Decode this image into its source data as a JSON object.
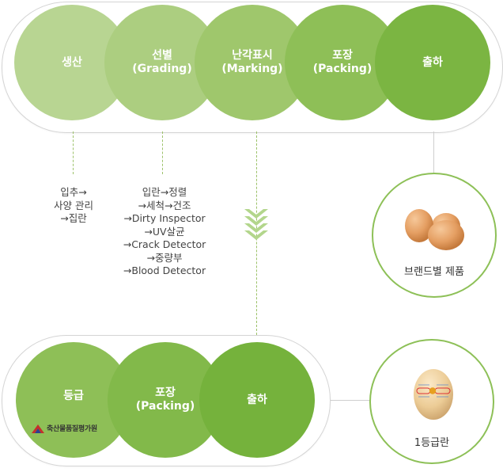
{
  "top_process": {
    "steps": [
      {
        "label": "생산",
        "sub": ""
      },
      {
        "label": "선별",
        "sub": "(Grading)"
      },
      {
        "label": "난각표시",
        "sub": "(Marking)"
      },
      {
        "label": "포장",
        "sub": "(Packing)"
      },
      {
        "label": "출하",
        "sub": ""
      }
    ],
    "colors": [
      "#b8d592",
      "#acce80",
      "#9fc76c",
      "#8ebf57",
      "#7bb542"
    ]
  },
  "production_details": [
    "입추→",
    "사양 관리",
    "→집란"
  ],
  "grading_details": [
    "입란→정렬",
    "→세척→건조",
    "→Dirty Inspector",
    "→UV살균",
    "→Crack Detector",
    "→중량부",
    "→Blood Detector"
  ],
  "brand_result": {
    "label": "브랜드별 제품",
    "icon": "eggs-icon"
  },
  "bottom_process": {
    "steps": [
      {
        "label": "등급",
        "sub": ""
      },
      {
        "label": "포장",
        "sub": "(Packing)"
      },
      {
        "label": "출하",
        "sub": ""
      }
    ],
    "colors": [
      "#8ebf57",
      "#82b94a",
      "#75b23c"
    ],
    "agency_logo_text": "축산물품질평가원"
  },
  "grade_result": {
    "label": "1등급란",
    "icon": "graded-egg-icon"
  },
  "accent_color": "#8dc057"
}
